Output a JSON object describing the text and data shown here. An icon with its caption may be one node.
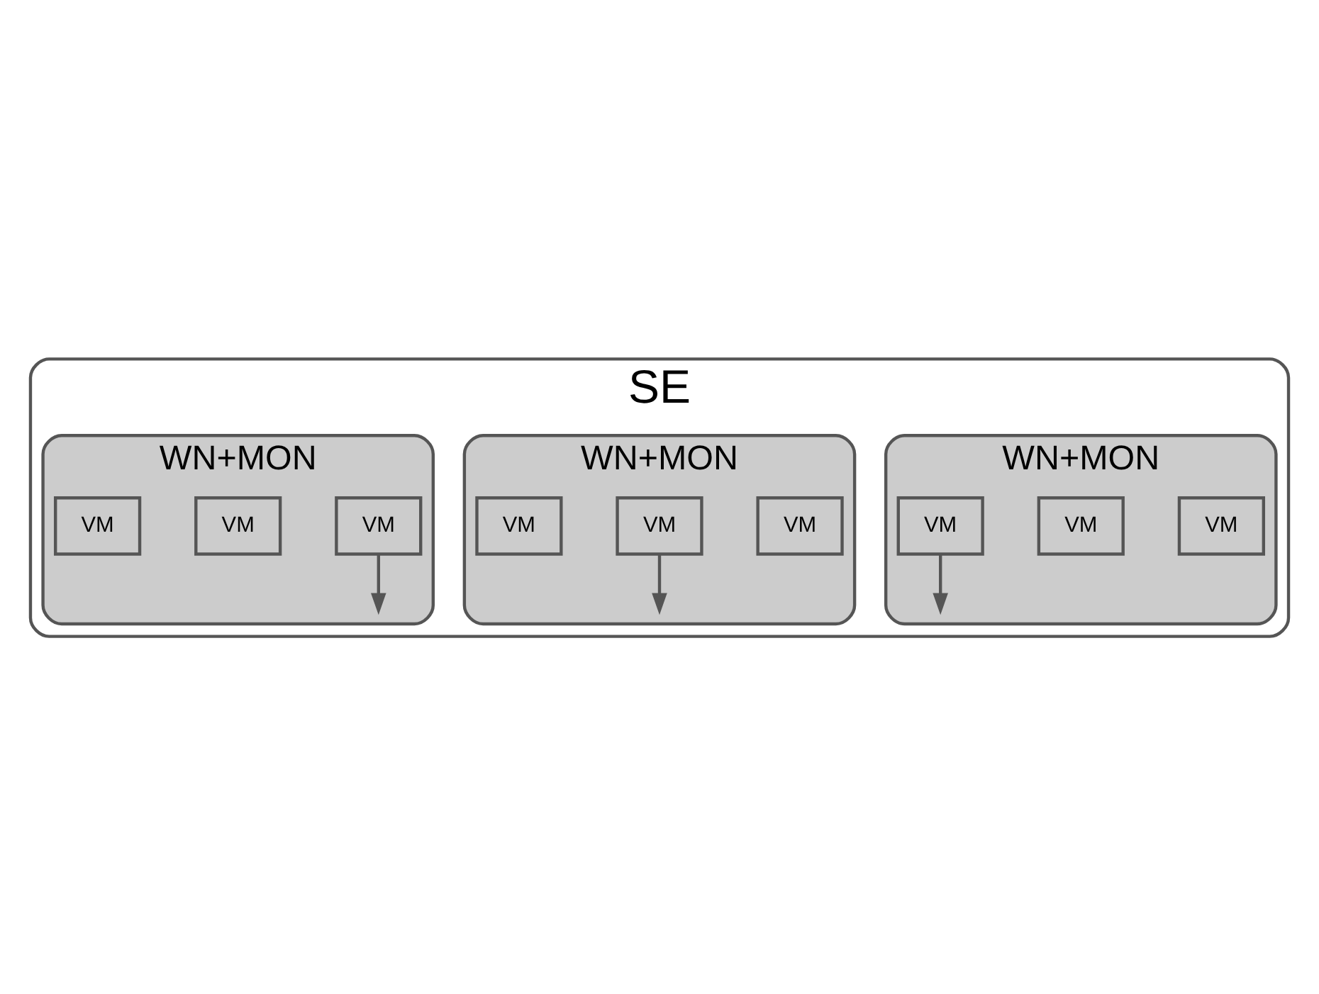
{
  "diagram": {
    "nodes": [
      {
        "text": [
          "SE"
        ]
      },
      {
        "text": [
          "WN+MON"
        ],
        "in": 0
      },
      {
        "text": [
          "VM"
        ],
        "in": 1
      },
      {
        "text": [
          "VM"
        ],
        "in": 1
      },
      {
        "text": [
          "VM"
        ],
        "in": 1
      },
      {
        "text": [
          "WN+MON"
        ],
        "in": 0
      },
      {
        "text": [
          "VM"
        ],
        "in": 5
      },
      {
        "text": [
          "VM"
        ],
        "in": 5
      },
      {
        "text": [
          "VM"
        ],
        "in": 5
      },
      {
        "text": [
          "WN+MON"
        ],
        "in": 0
      },
      {
        "text": [
          "VM"
        ],
        "in": 9
      },
      {
        "text": [
          "VM"
        ],
        "in": 9
      },
      {
        "text": [
          "VM"
        ],
        "in": 9
      }
    ],
    "edges": [
      {
        "from": 4,
        "to": null,
        "arrow": "to"
      },
      {
        "from": 7,
        "to": null,
        "arrow": "to"
      },
      {
        "from": 10,
        "to": null,
        "arrow": "to"
      }
    ]
  }
}
